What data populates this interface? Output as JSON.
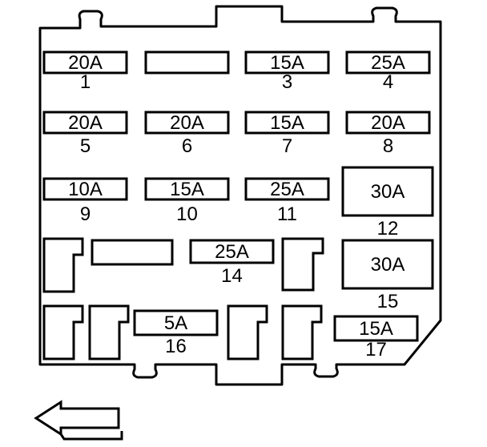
{
  "fuses": [
    {
      "id": "1",
      "rating": "20A",
      "number": "1"
    },
    {
      "id": "2",
      "rating": "",
      "number": ""
    },
    {
      "id": "3",
      "rating": "15A",
      "number": "3"
    },
    {
      "id": "4",
      "rating": "25A",
      "number": "4"
    },
    {
      "id": "5",
      "rating": "20A",
      "number": "5"
    },
    {
      "id": "6",
      "rating": "20A",
      "number": "6"
    },
    {
      "id": "7",
      "rating": "15A",
      "number": "7"
    },
    {
      "id": "8",
      "rating": "20A",
      "number": "8"
    },
    {
      "id": "9",
      "rating": "10A",
      "number": "9"
    },
    {
      "id": "10",
      "rating": "15A",
      "number": "10"
    },
    {
      "id": "11",
      "rating": "25A",
      "number": "11"
    },
    {
      "id": "12",
      "rating": "30A",
      "number": "12"
    },
    {
      "id": "13",
      "rating": "",
      "number": ""
    },
    {
      "id": "14",
      "rating": "25A",
      "number": "14"
    },
    {
      "id": "15",
      "rating": "30A",
      "number": "15"
    },
    {
      "id": "16",
      "rating": "5A",
      "number": "16"
    },
    {
      "id": "17",
      "rating": "15A",
      "number": "17"
    }
  ],
  "relays": [
    "relay-1",
    "relay-2",
    "relay-3",
    "relay-4",
    "relay-5",
    "relay-6",
    "relay-7"
  ],
  "direction_arrow": "arrow-left-icon"
}
